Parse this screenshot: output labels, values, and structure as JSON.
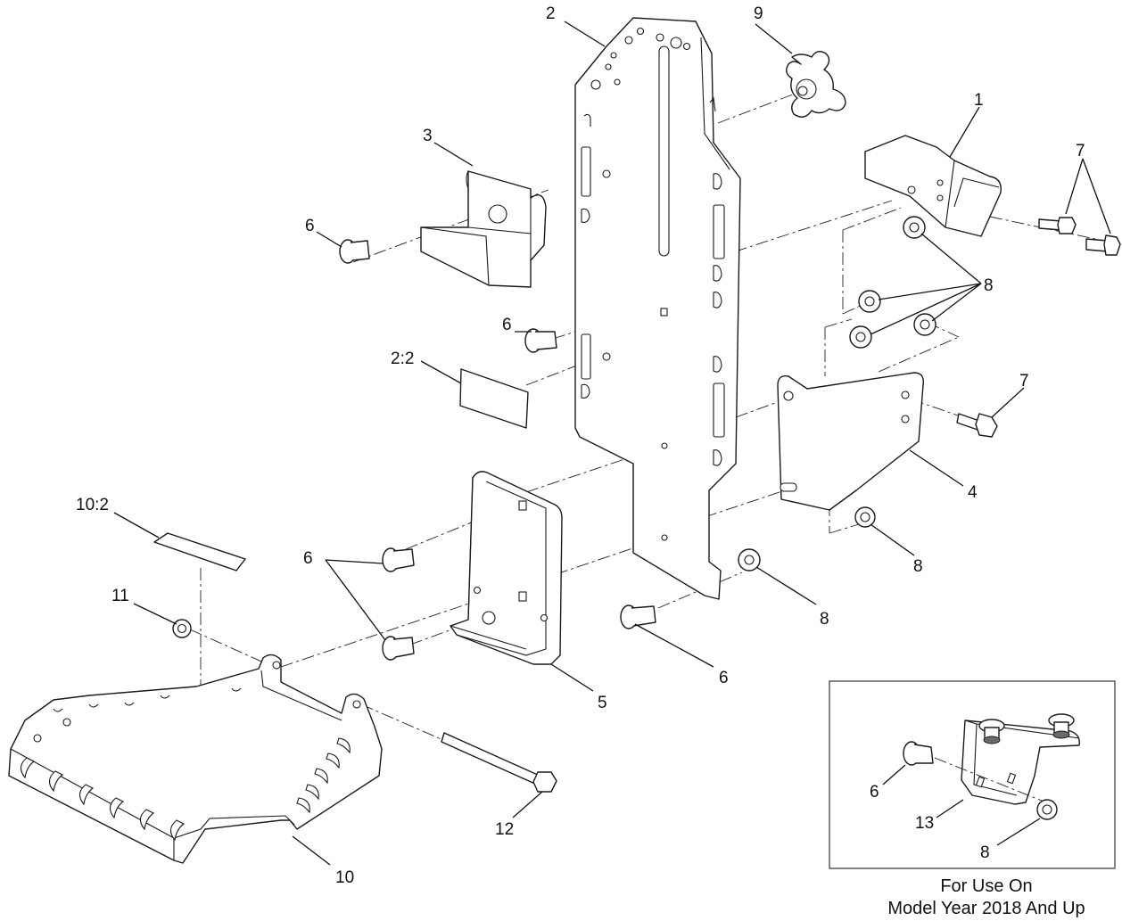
{
  "diagram": {
    "callouts": {
      "c1": "1",
      "c2": "2",
      "c2_2": "2:2",
      "c3": "3",
      "c4": "4",
      "c5": "5",
      "c6a": "6",
      "c6b": "6",
      "c6c": "6",
      "c6d": "6",
      "c6e": "6",
      "c7a": "7",
      "c7b": "7",
      "c8a": "8",
      "c8b": "8",
      "c8c": "8",
      "c8d": "8",
      "c9": "9",
      "c10": "10",
      "c10_2": "10:2",
      "c11": "11",
      "c12": "12",
      "c13": "13"
    },
    "inset_note": {
      "line1": "For Use On",
      "line2": "Model Year 2018 And Up"
    }
  }
}
